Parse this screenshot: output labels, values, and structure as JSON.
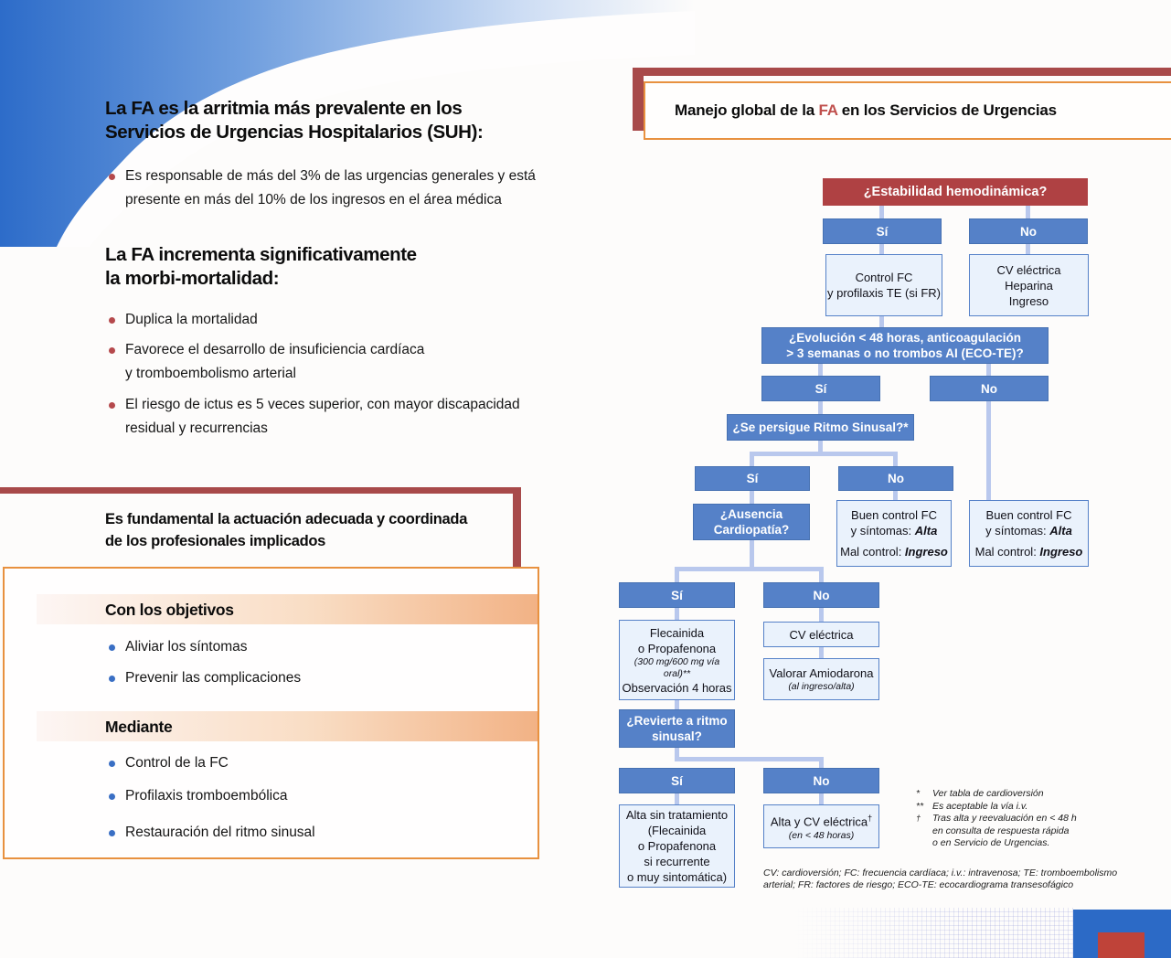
{
  "left": {
    "heading1": "La FA es la arritmia más prevalente en los\nServicios de Urgencias Hospitalarios (SUH):",
    "bullet1": "Es responsable de más del 3% de las urgencias generales y está\npresente en más del 10% de los ingresos en el área médica",
    "heading2": "La FA incrementa significativamente\nla morbi-mortalidad:",
    "bullets2": [
      "Duplica la mortalidad",
      "Favorece el desarrollo de insuficiencia cardíaca\ny tromboembolismo arterial",
      "El riesgo de ictus es 5 veces superior, con mayor discapacidad\nresidual y recurrencias"
    ],
    "callout": "Es fundamental la actuación adecuada y coordinada\nde los profesionales implicados",
    "objectives_heading": "Con los objetivos",
    "objectives_bullets": [
      "Aliviar los síntomas",
      "Prevenir las complicaciones"
    ],
    "mediante_heading": "Mediante",
    "mediante_bullets": [
      "Control de la FC",
      "Profilaxis tromboembólica",
      "Restauración del ritmo sinusal"
    ]
  },
  "flowchart": {
    "title_pre": "Manejo global de la ",
    "title_fa": "FA",
    "title_post": " en los Servicios de Urgencias",
    "yes": "Sí",
    "no": "No",
    "nodes": {
      "estabilidad": "¿Estabilidad hemodinámica?",
      "control_fc": "Control FC\ny profilaxis TE (si FR)",
      "cv_heparina_ingreso": "CV eléctrica\nHeparina\nIngreso",
      "evolucion": "¿Evolución < 48 horas, anticoagulación\n> 3 semanas o no trombos AI (ECO-TE)?",
      "ritmo_sinusal": "¿Se persigue Ritmo Sinusal?*",
      "ausencia_cardiopatia": "¿Ausencia\nCardiopatía?",
      "buen_control": {
        "line1": "Buen control FC",
        "line2_pre": "y síntomas: ",
        "line2_em": "Alta",
        "line3_pre": "Mal control: ",
        "line3_em": "Ingreso"
      },
      "flecainida": {
        "line1": "Flecainida\no Propafenona",
        "line2_italic": "(300 mg/600 mg vía oral)**",
        "line3": "Observación 4 horas"
      },
      "cv_electrica": "CV eléctrica",
      "valorar": {
        "line1": "Valorar Amiodarona",
        "line2_italic": "(al ingreso/alta)"
      },
      "revierte": "¿Revierte a ritmo\nsinusal?",
      "alta_sin": "Alta sin tratamiento\n(Flecainida\no Propafenona\nsi recurrente\no muy sintomática)",
      "alta_cv": {
        "line1": "Alta y CV eléctrica",
        "sup": "†",
        "line2_italic": "(en < 48 horas)"
      }
    },
    "footnotes": [
      {
        "marker": "*",
        "text": "Ver tabla de cardioversión"
      },
      {
        "marker": "**",
        "text": "Es aceptable la vía i.v."
      },
      {
        "marker": "†",
        "text": "Tras alta y reevaluación en < 48 h\nen consulta de respuesta rápida\no en Servicio de Urgencias."
      }
    ],
    "abbreviations": "CV: cardioversión; FC: frecuencia cardíaca; i.v.: intravenosa; TE: tromboembolismo\narterial; FR: factores de riesgo; ECO-TE: ecocardiograma transesofágico"
  },
  "colors": {
    "dark_red_frame": "#a84a4a",
    "node_red": "#af4143",
    "node_blue": "#5581c8",
    "node_light_bg": "#eaf2fc",
    "connector": "#b9c8ed",
    "orange_border": "#e8913f",
    "fa_red": "#c0504d",
    "bullet_red": "#b5494c",
    "bullet_blue": "#3a6fc4",
    "corner_blue": "#2c6ac6",
    "corner_red": "#bf4339"
  }
}
